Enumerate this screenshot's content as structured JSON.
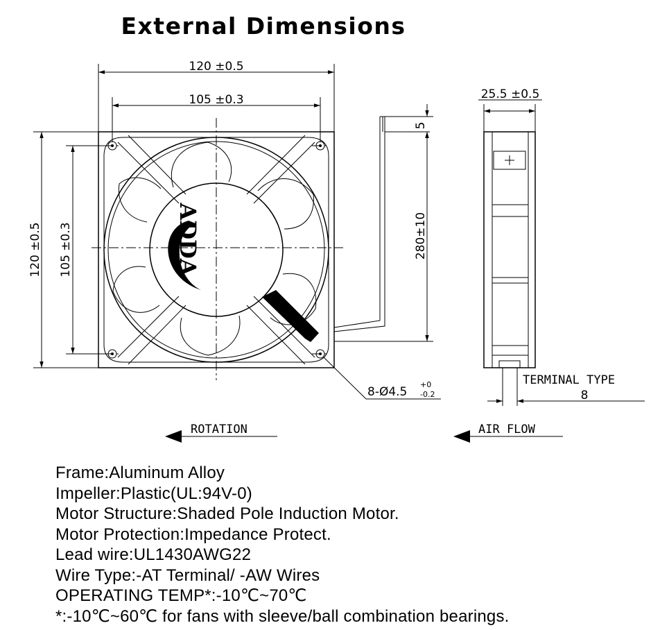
{
  "title": "External Dimensions",
  "front_view": {
    "overall_width": "120 ±0.5",
    "hole_pitch_width": "105 ±0.3",
    "overall_height": "120 ±0.5",
    "hole_pitch_height": "105 ±0.3",
    "lead_offset": "5",
    "lead_length": "280±10",
    "mounting_holes": "8-Ø4.5",
    "hole_tol_plus": "+0",
    "hole_tol_minus": "-0.2",
    "logo_text": "ADDA"
  },
  "side_view": {
    "depth": "25.5 ±0.5",
    "terminal_label": "TERMINAL TYPE",
    "terminal_value": "8"
  },
  "arrows": {
    "rotation": "ROTATION",
    "airflow": "AIR FLOW"
  },
  "specs": [
    "Frame:Aluminum Alloy",
    "Impeller:Plastic(UL:94V-0)",
    "Motor Structure:Shaded Pole Induction Motor.",
    "Motor Protection:Impedance Protect.",
    "Lead wire:UL1430AWG22",
    "Wire Type:-AT Terminal/ -AW Wires",
    "OPERATING TEMP*:-10℃~70℃",
    "*:-10℃~60℃ for fans with sleeve/ball combination bearings."
  ]
}
